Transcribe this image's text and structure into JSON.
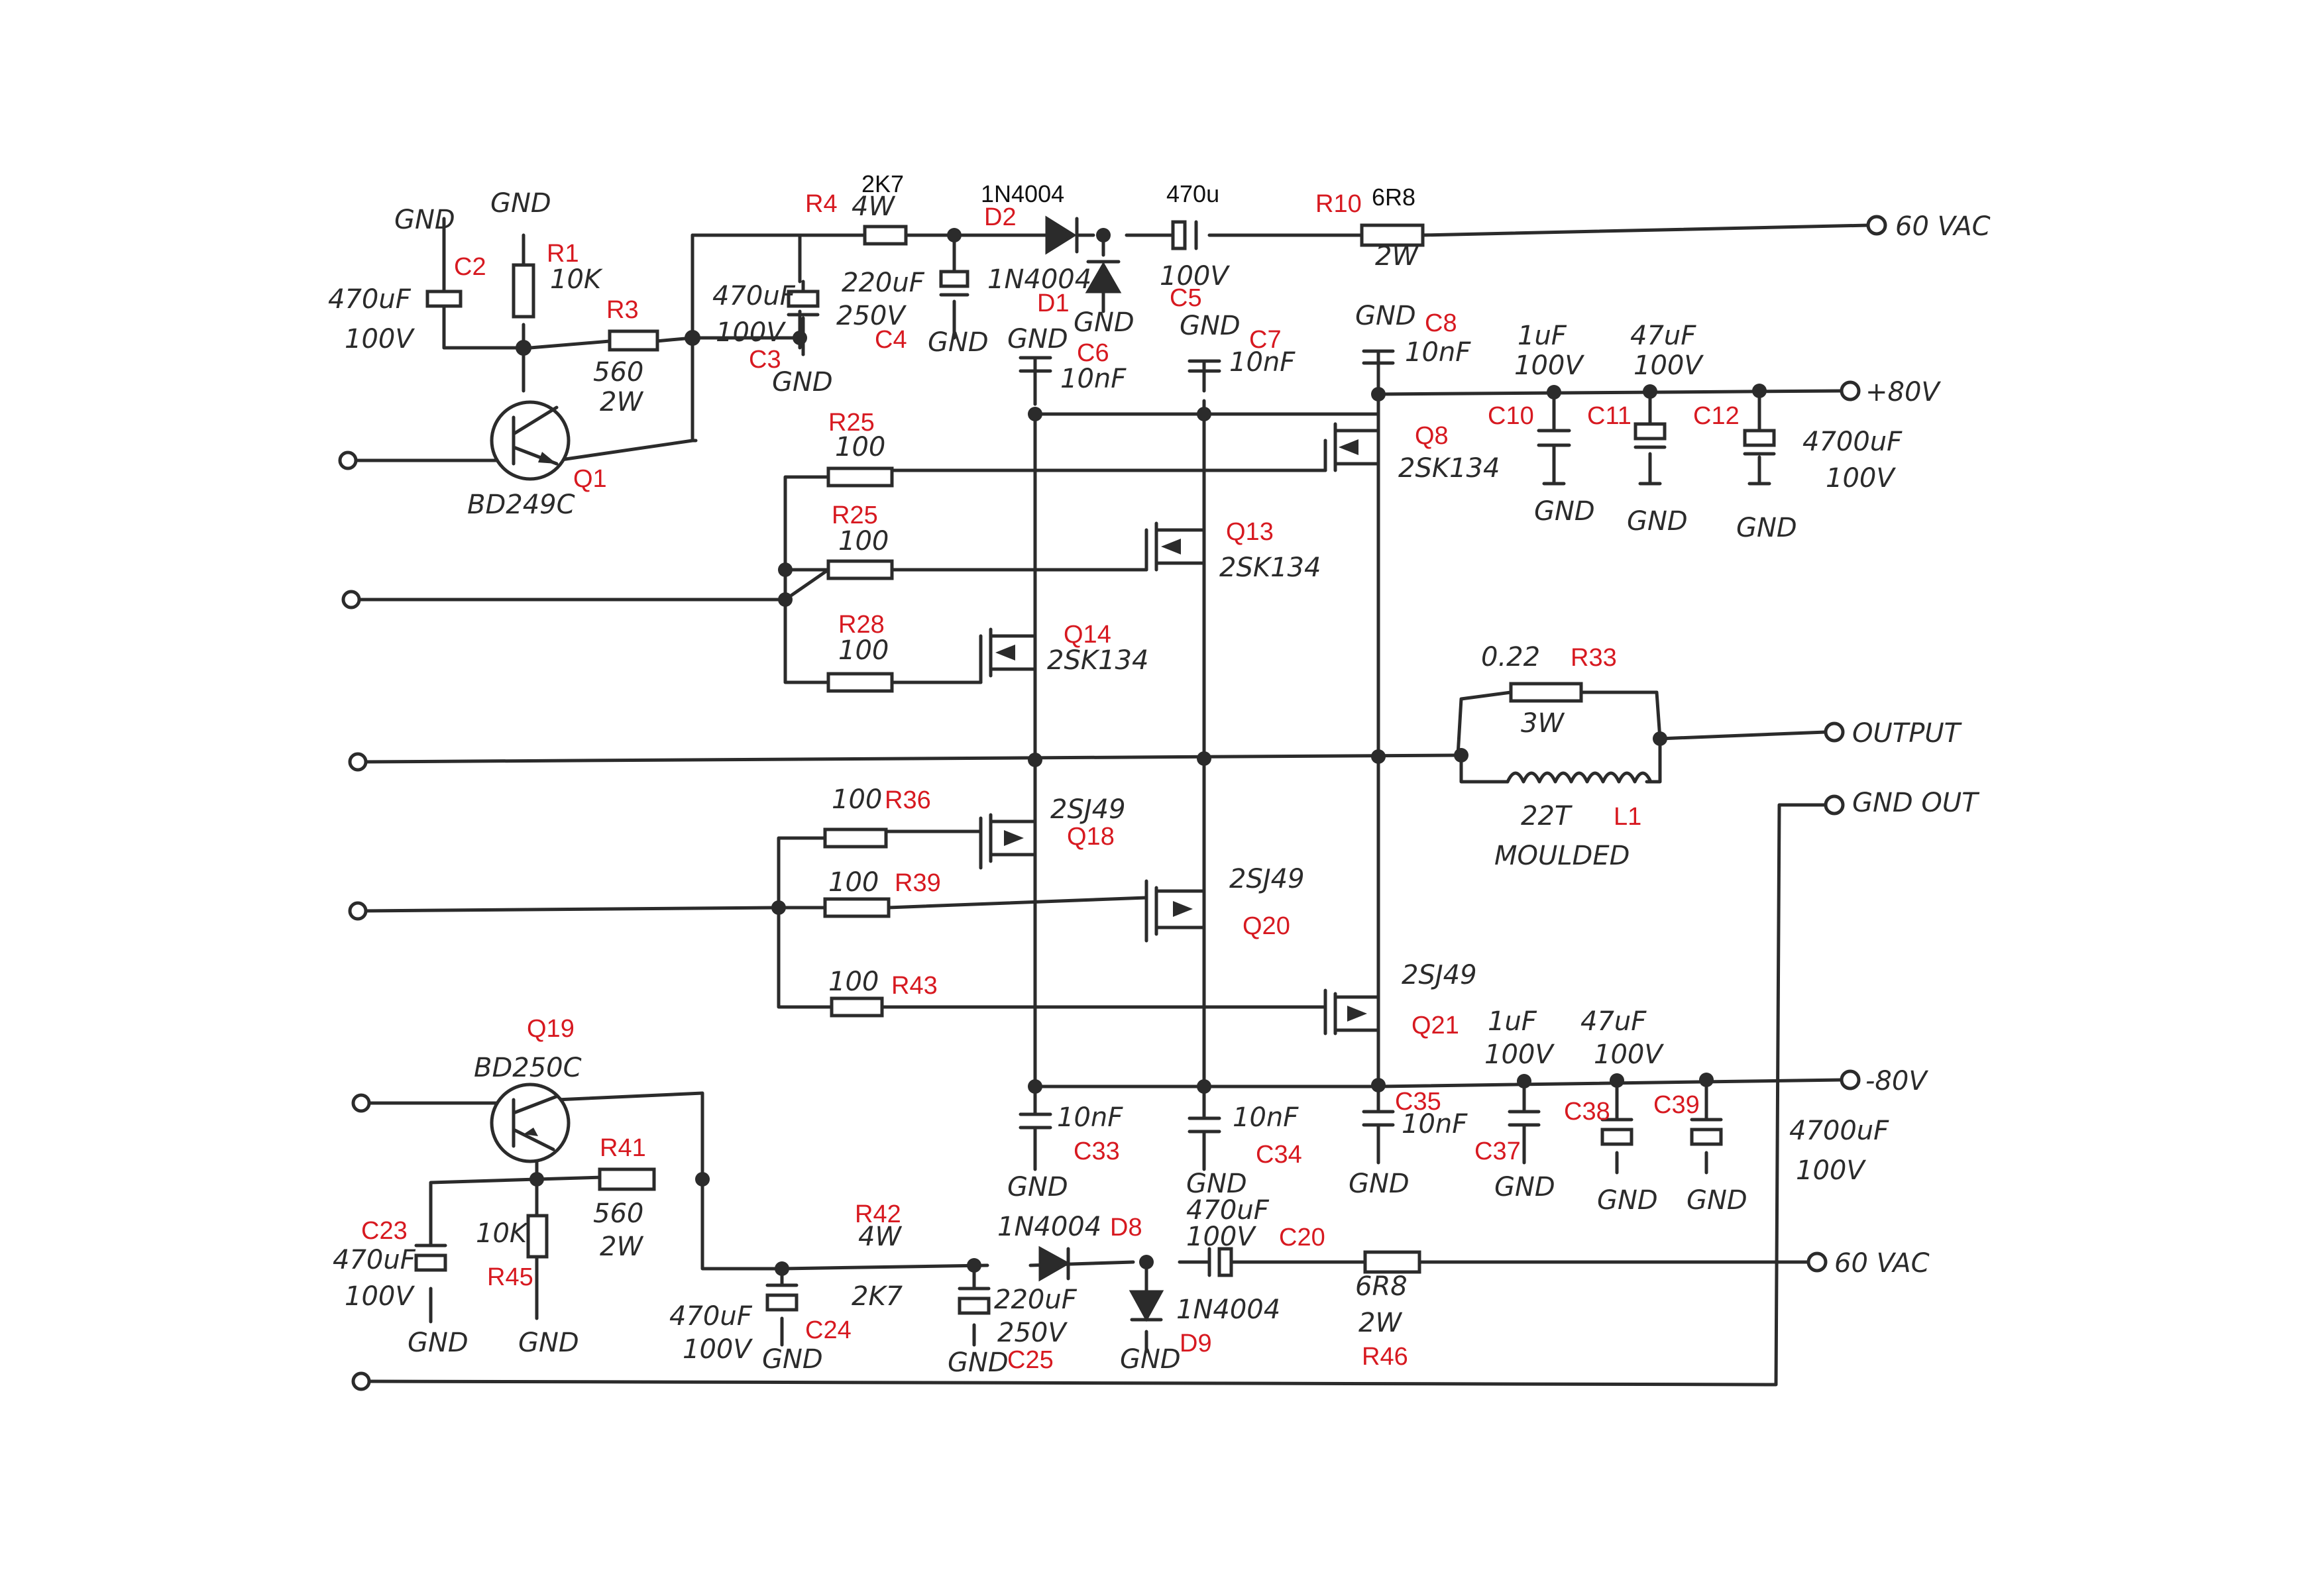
{
  "colors": {
    "ink": "#2b2b2b",
    "reference": "#d71920",
    "paper": "#ffffff"
  },
  "terminals": {
    "ac_top": "60 VAC",
    "pos80": "+80V",
    "output": "OUTPUT",
    "gnd_out": "GND OUT",
    "neg80": "-80V",
    "ac_bottom": "60 VAC"
  },
  "labels": {
    "gnd": "GND",
    "r1": "R1",
    "r1_val": "10K",
    "r3": "R3",
    "r3_val": "560",
    "r3_w": "2W",
    "c2": "C2",
    "c2_val": "470uF",
    "c2_v": "100V",
    "q1": "Q1",
    "q1_type": "BD249C",
    "r4": "R4",
    "r4_val": "2K7",
    "r4_w": "4W",
    "c3": "C3",
    "c3_val": "470uF",
    "c3_v": "100V",
    "c4": "C4",
    "c4_val": "220uF",
    "c4_v": "250V",
    "d2": "D2",
    "d2_type": "1N4004",
    "d1": "D1",
    "d1_type": "1N4004",
    "c5": "C5",
    "c5_val": "470u",
    "c5_v": "100V",
    "r10": "R10",
    "r10_val": "6R8",
    "r10_w": "2W",
    "c6": "C6",
    "c6_val": "10nF",
    "c7": "C7",
    "c7_val": "10nF",
    "c8": "C8",
    "c8_val": "10nF",
    "c10": "C10",
    "c10_val": "1uF",
    "c10_v": "100V",
    "c11": "C11",
    "c11_val": "47uF",
    "c11_v": "100V",
    "c12": "C12",
    "c12_val": "4700uF",
    "c12_v": "100V",
    "q8": "Q8",
    "q8_type": "2SK134",
    "r25a": "R25",
    "r25a_val": "100",
    "r25b": "R25",
    "r25b_val": "100",
    "q13": "Q13",
    "q13_type": "2SK134",
    "r28": "R28",
    "r28_val": "100",
    "q14": "Q14",
    "q14_type": "2SK134",
    "r33": "R33",
    "r33_val": "0.22",
    "r33_w": "3W",
    "l1": "L1",
    "l1_val": "22T",
    "l1_type": "MOULDED",
    "r36": "R36",
    "r36_val": "100",
    "q18": "Q18",
    "q18_type": "2SJ49",
    "r39": "R39",
    "r39_val": "100",
    "q20": "Q20",
    "q20_type": "2SJ49",
    "r43": "R43",
    "r43_val": "100",
    "q21": "Q21",
    "q21_type": "2SJ49",
    "q19": "Q19",
    "q19_type": "BD250C",
    "r41": "R41",
    "r41_val": "560",
    "r41_w": "2W",
    "c23": "C23",
    "c23_val": "470uF",
    "c23_v": "100V",
    "r45": "R45",
    "r45_val": "10K",
    "c24": "C24",
    "c24_val": "470uF",
    "c24_v": "100V",
    "r42": "R42",
    "r42_w": "4W",
    "r42_val": "2K7",
    "c25": "C25",
    "c25_val": "220uF",
    "c25_v": "250V",
    "d8": "D8",
    "d8_type": "1N4004",
    "d9": "D9",
    "d9_type": "1N4004",
    "c20": "C20",
    "c20_val": "470uF",
    "c20_v": "100V",
    "r46": "R46",
    "r46_val": "6R8",
    "r46_w": "2W",
    "c33": "C33",
    "c33_val": "10nF",
    "c34": "C34",
    "c34_val": "10nF",
    "c35": "C35",
    "c35_val": "10nF",
    "c37": "C37",
    "c37_val": "1uF",
    "c37_v": "100V",
    "c38": "C38",
    "c38_val": "47uF",
    "c38_v": "100V",
    "c39": "C39",
    "c_neg_val": "4700uF",
    "c_neg_v": "100V"
  }
}
